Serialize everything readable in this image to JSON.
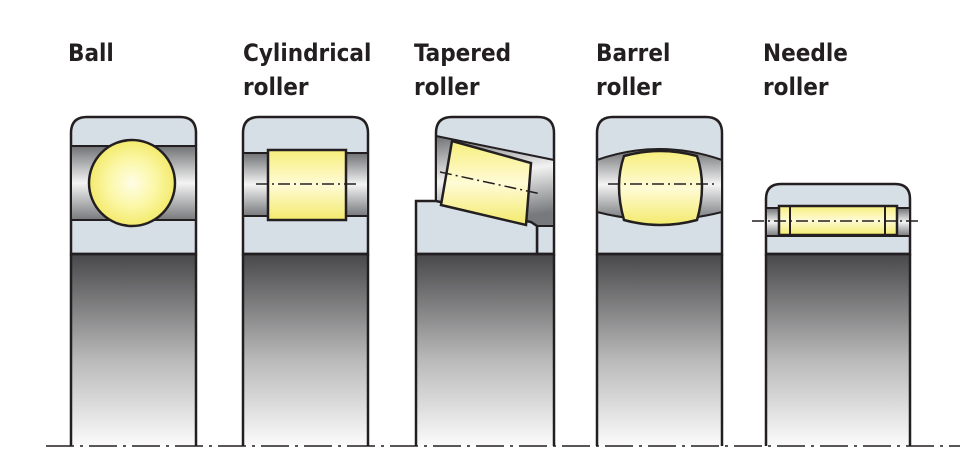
{
  "bearings": [
    {
      "id": "ball",
      "label": "Ball"
    },
    {
      "id": "cylindrical",
      "label": "Cylindrical\nroller"
    },
    {
      "id": "tapered",
      "label": "Tapered\nroller"
    },
    {
      "id": "barrel",
      "label": "Barrel\nroller"
    },
    {
      "id": "needle",
      "label": "Needle\nroller"
    }
  ],
  "colors": {
    "ring": "#d7dfe6",
    "rolling_element": "#f6f08a",
    "outline": "#231f20",
    "bore_gradient": [
      "#4a4a4b",
      "#fafafa"
    ]
  }
}
